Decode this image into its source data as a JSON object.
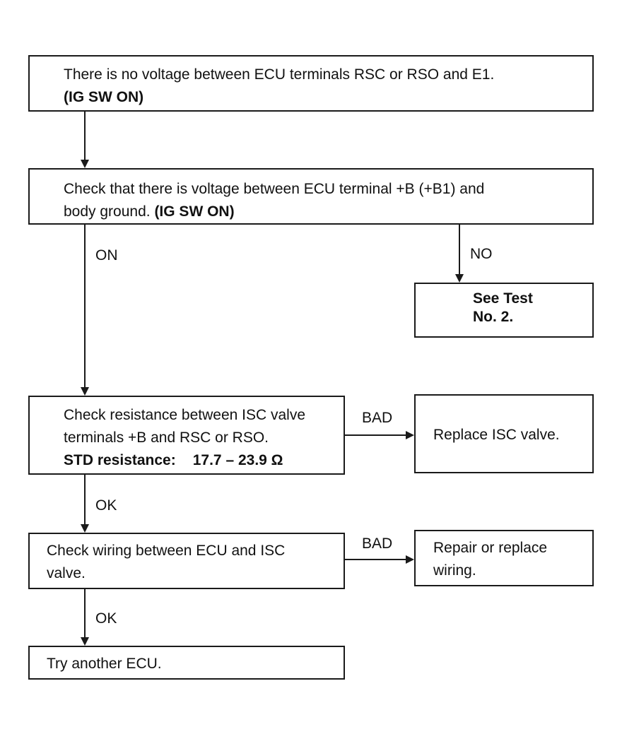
{
  "steps": {
    "start": {
      "line1": "There is no voltage between ECU terminals RSC or RSO and E1.",
      "line2": "(IG SW ON)"
    },
    "check_voltage": {
      "line1": "Check that there is voltage between ECU terminal +B (+B1) and",
      "line2_a": "body ground. ",
      "line2_b": "(IG SW ON)"
    },
    "see_test": {
      "line1": "See Test",
      "line2": "No. 2."
    },
    "check_resistance": {
      "line1": "Check resistance between ISC valve",
      "line2": "terminals +B and RSC or RSO.",
      "std_label": "STD resistance:",
      "std_value": "17.7 – 23.9 Ω"
    },
    "replace_isc": {
      "line1": "Replace ISC valve."
    },
    "check_wiring": {
      "line1": "Check wiring between ECU and ISC",
      "line2": "valve."
    },
    "repair_wiring": {
      "line1": "Repair or replace",
      "line2": "wiring."
    },
    "try_ecu": {
      "line1": "Try another ECU."
    }
  },
  "labels": {
    "on": "ON",
    "no": "NO",
    "bad_1": "BAD",
    "ok_1": "OK",
    "bad_2": "BAD",
    "ok_2": "OK"
  }
}
